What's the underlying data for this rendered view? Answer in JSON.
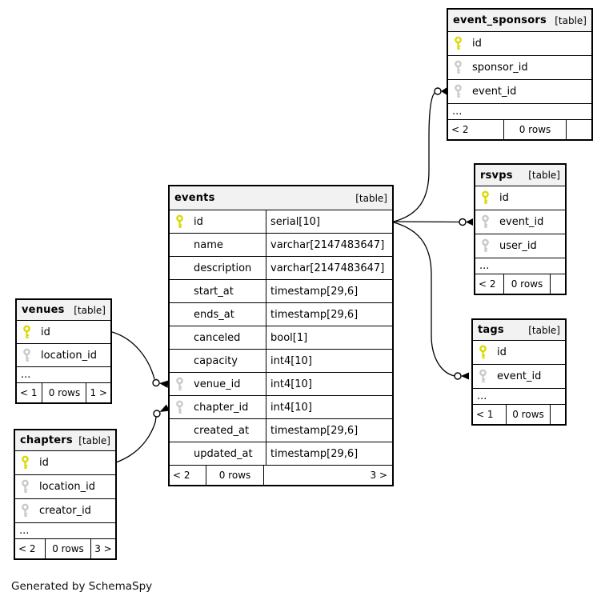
{
  "footer_note": "Generated by SchemaSpy",
  "badge": "[table]",
  "ellipsis": "...",
  "colors": {
    "primary_key": "#d9d900",
    "foreign_key": "#c8c8c8",
    "header_bg": "#f2f2f2",
    "border": "#000000"
  },
  "tables": {
    "events": {
      "name": "events",
      "columns": [
        {
          "icon": "primary-key",
          "name": "id",
          "type": "serial[10]"
        },
        {
          "icon": "none",
          "name": "name",
          "type": "varchar[2147483647]"
        },
        {
          "icon": "none",
          "name": "description",
          "type": "varchar[2147483647]"
        },
        {
          "icon": "none",
          "name": "start_at",
          "type": "timestamp[29,6]"
        },
        {
          "icon": "none",
          "name": "ends_at",
          "type": "timestamp[29,6]"
        },
        {
          "icon": "none",
          "name": "canceled",
          "type": "bool[1]"
        },
        {
          "icon": "none",
          "name": "capacity",
          "type": "int4[10]"
        },
        {
          "icon": "foreign-key",
          "name": "venue_id",
          "type": "int4[10]"
        },
        {
          "icon": "foreign-key",
          "name": "chapter_id",
          "type": "int4[10]"
        },
        {
          "icon": "none",
          "name": "created_at",
          "type": "timestamp[29,6]"
        },
        {
          "icon": "none",
          "name": "updated_at",
          "type": "timestamp[29,6]"
        }
      ],
      "footer": {
        "left": "< 2",
        "center": "0 rows",
        "right": "3 >"
      }
    },
    "event_sponsors": {
      "name": "event_sponsors",
      "columns": [
        {
          "icon": "primary-key",
          "name": "id"
        },
        {
          "icon": "foreign-key",
          "name": "sponsor_id"
        },
        {
          "icon": "foreign-key",
          "name": "event_id"
        }
      ],
      "footer": {
        "left": "< 2",
        "center": "0 rows",
        "right": ""
      }
    },
    "rsvps": {
      "name": "rsvps",
      "columns": [
        {
          "icon": "primary-key",
          "name": "id"
        },
        {
          "icon": "foreign-key",
          "name": "event_id"
        },
        {
          "icon": "foreign-key",
          "name": "user_id"
        }
      ],
      "footer": {
        "left": "< 2",
        "center": "0 rows",
        "right": ""
      }
    },
    "tags": {
      "name": "tags",
      "columns": [
        {
          "icon": "primary-key",
          "name": "id"
        },
        {
          "icon": "foreign-key",
          "name": "event_id"
        }
      ],
      "footer": {
        "left": "< 1",
        "center": "0 rows",
        "right": ""
      }
    },
    "venues": {
      "name": "venues",
      "columns": [
        {
          "icon": "primary-key",
          "name": "id"
        },
        {
          "icon": "foreign-key",
          "name": "location_id"
        }
      ],
      "footer": {
        "left": "< 1",
        "center": "0 rows",
        "right": "1 >"
      }
    },
    "chapters": {
      "name": "chapters",
      "columns": [
        {
          "icon": "primary-key",
          "name": "id"
        },
        {
          "icon": "foreign-key",
          "name": "location_id"
        },
        {
          "icon": "foreign-key",
          "name": "creator_id"
        }
      ],
      "footer": {
        "left": "< 2",
        "center": "0 rows",
        "right": "3 >"
      }
    }
  }
}
